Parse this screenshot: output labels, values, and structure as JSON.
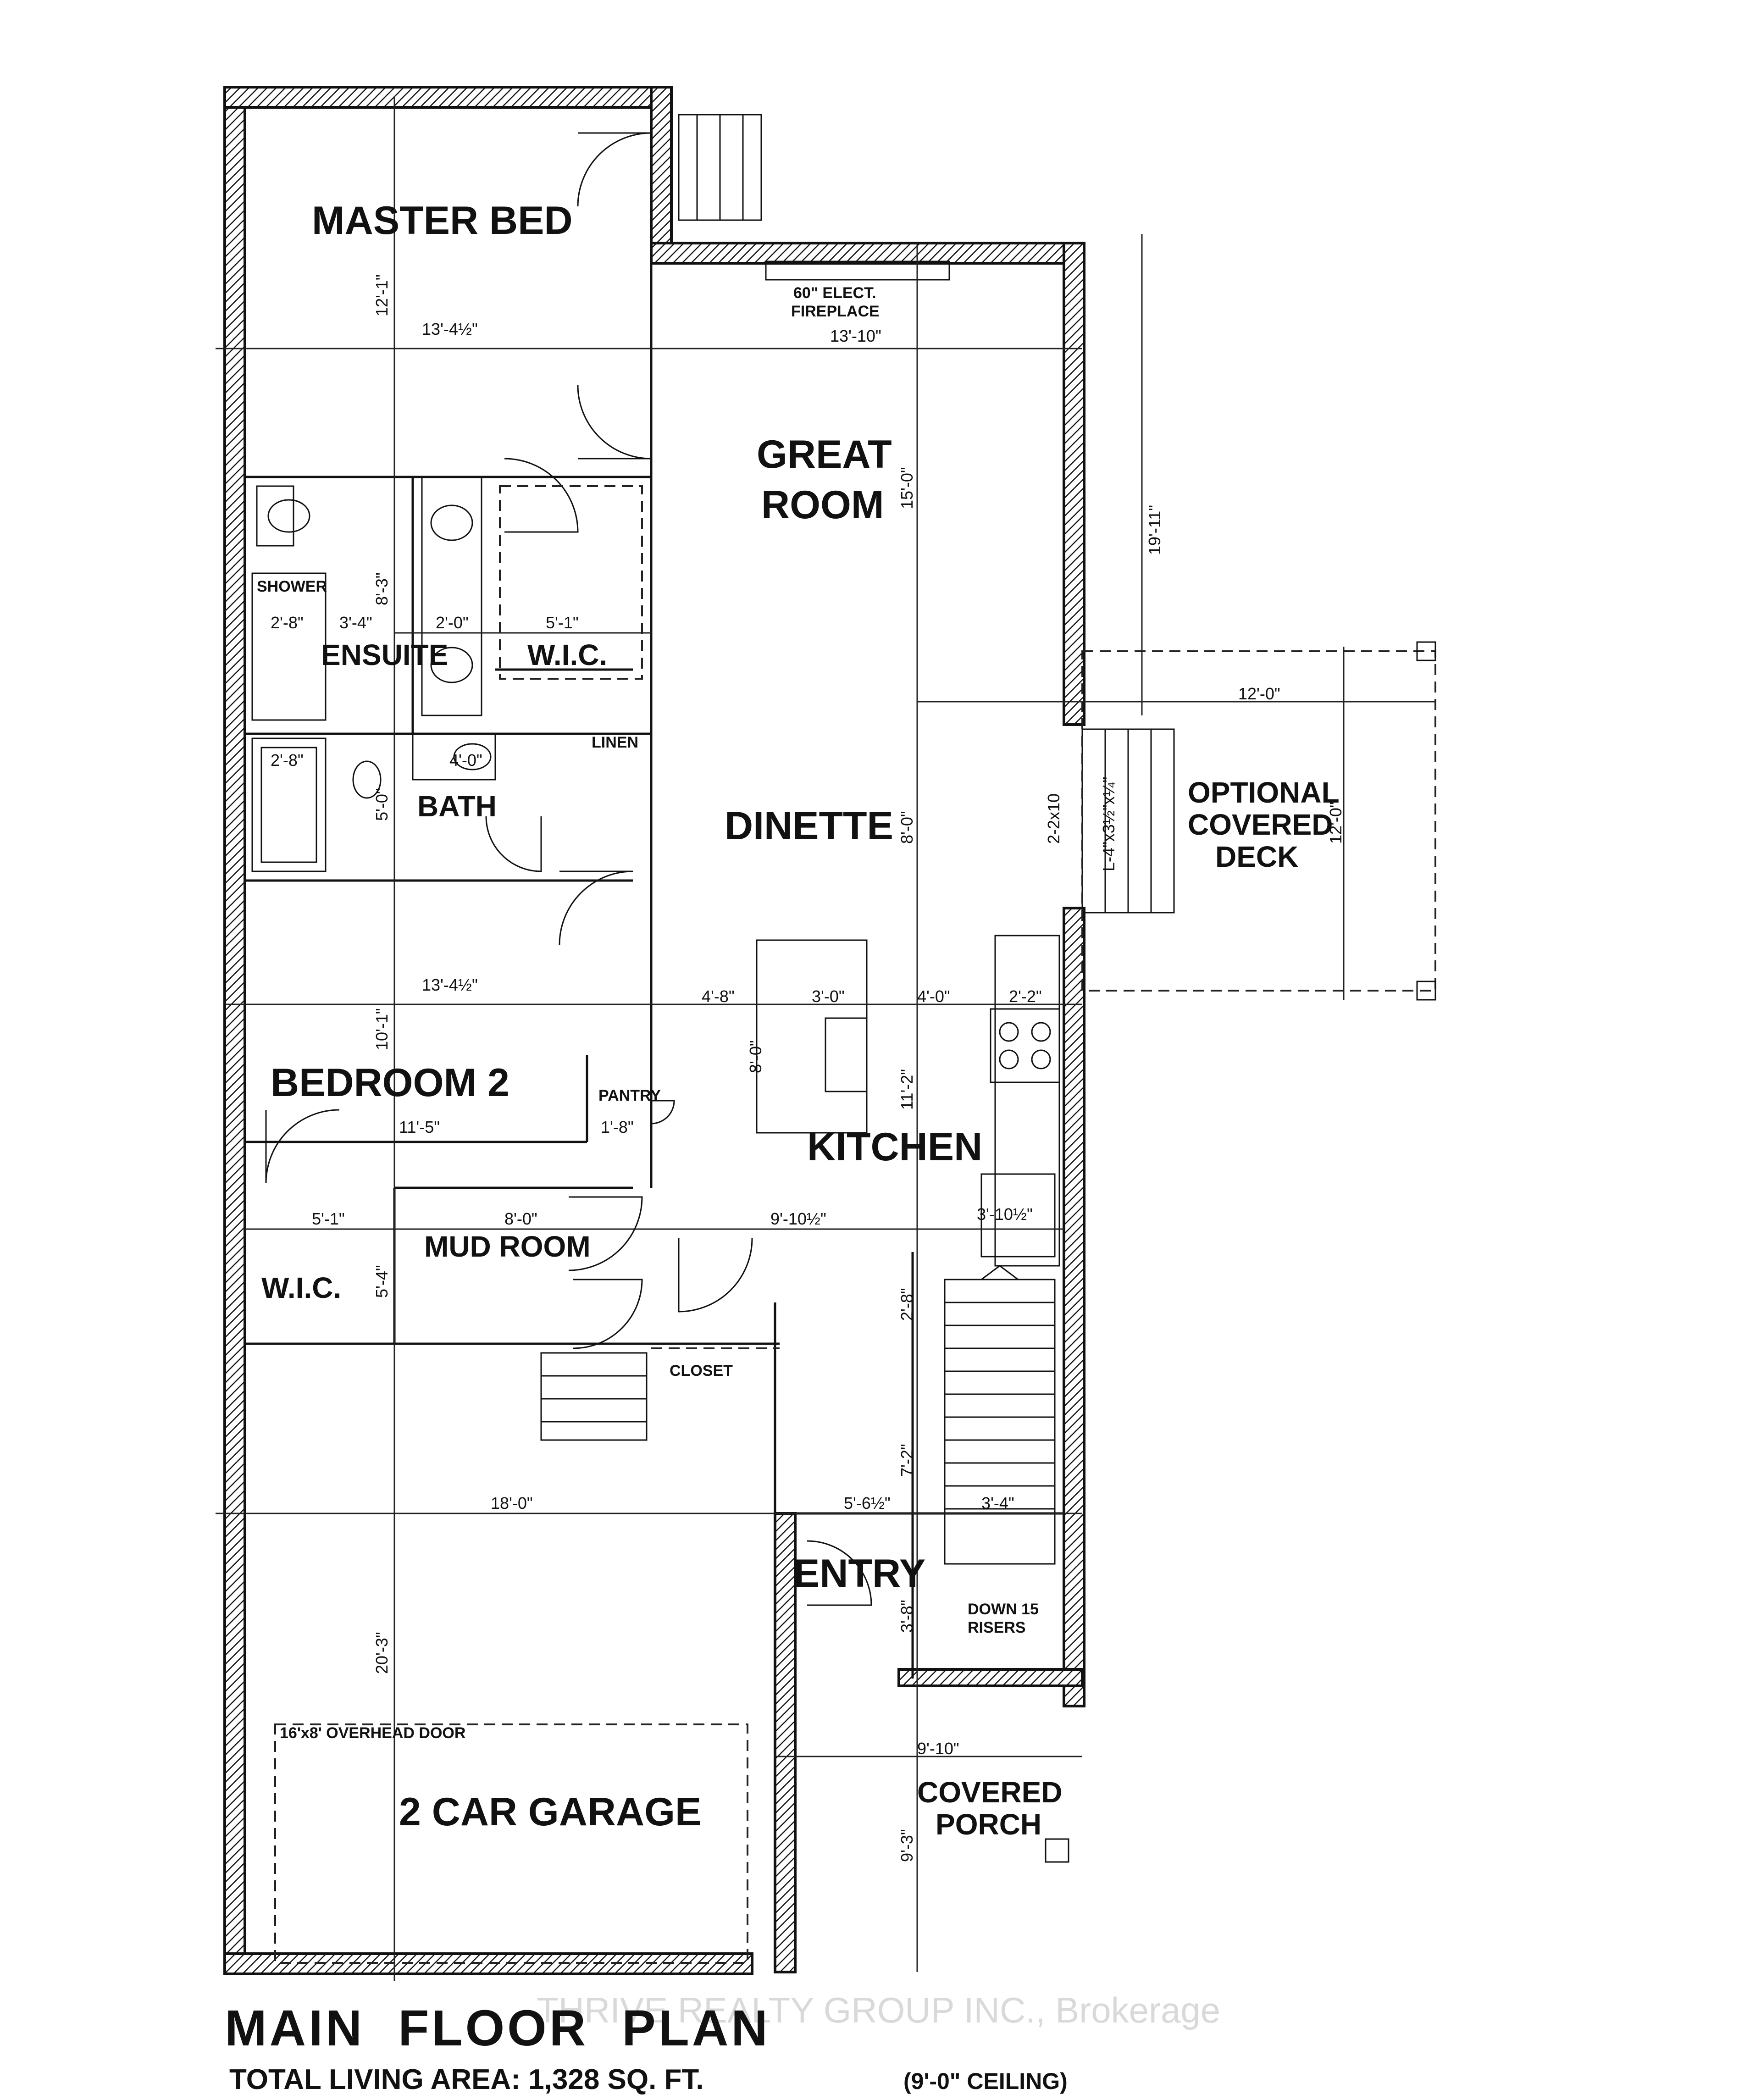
{
  "rooms": {
    "master_bed": "MASTER BED",
    "great_room_1": "GREAT",
    "great_room_2": "ROOM",
    "ensuite": "ENSUITE",
    "wic": "W.I.C.",
    "shower": "SHOWER",
    "linen": "LINEN",
    "bath": "BATH",
    "dinette": "DINETTE",
    "deck_1": "OPTIONAL",
    "deck_2": "COVERED",
    "deck_3": "DECK",
    "bedroom2": "BEDROOM 2",
    "pantry": "PANTRY",
    "kitchen": "KITCHEN",
    "mud_room": "MUD ROOM",
    "wic2": "W.I.C.",
    "closet": "CLOSET",
    "entry": "ENTRY",
    "stairs_1": "DOWN 15",
    "stairs_2": "RISERS",
    "garage": "2 CAR GARAGE",
    "overhead_door": "16'x8' OVERHEAD DOOR",
    "porch_1": "COVERED",
    "porch_2": "PORCH",
    "fireplace_1": "60\" ELECT.",
    "fireplace_2": "FIREPLACE"
  },
  "dimensions": {
    "d_master_w": "13'-4½\"",
    "d_master_h": "12'-1\"",
    "d_great_w": "13'-10\"",
    "d_great_h": "15'-0\"",
    "d_overall_h": "19'-11\"",
    "d_ens_1": "3'-4\"",
    "d_ens_2": "2'-0\"",
    "d_ens_3": "5'-1\"",
    "d_ens_h": "8'-3\"",
    "d_shower": "2'-8\"",
    "d_bath_w": "2'-8\"",
    "d_sink": "4'-0\"",
    "d_bath_h": "5'-0\"",
    "d_deck_w": "12'-0\"",
    "d_deck_h": "12'-0\"",
    "d_dinette_h": "8'-0\"",
    "d_door": "2-2x10",
    "d_lintel": "L-4\"x3½\"x¼\"",
    "d_bed2_w": "13'-4½\"",
    "d_bed2_h": "10'-1\"",
    "d_k1": "4'-8\"",
    "d_k2": "3'-0\"",
    "d_k3": "4'-0\"",
    "d_k4": "2'-2\"",
    "d_island": "8'-0\"",
    "d_kitchen_h": "11'-2\"",
    "d_bed2_inner": "11'-5\"",
    "d_pantry": "1'-8\"",
    "d_mud_w": "8'-0\"",
    "d_kitchen_w": "9'-10½\"",
    "d_counter": "3'-10½\"",
    "d_wic2_w": "5'-1\"",
    "d_wic2_h": "5'-4\"",
    "d_stair_1": "2'-8\"",
    "d_garage_w": "18'-0\"",
    "d_entry_w": "5'-6½\"",
    "d_entry_h": "7'-2\"",
    "d_stair_w": "3'-4\"",
    "d_entry_d": "3'-8\"",
    "d_garage_h": "20'-3\"",
    "d_porch_w": "9'-10\"",
    "d_porch_h": "9'-3\""
  },
  "title": "MAIN  FLOOR  PLAN",
  "living_area": "TOTAL LIVING AREA: 1,328 SQ. FT.",
  "ceiling": "(9'-0\" CEILING)",
  "watermark": "THRIVE REALTY GROUP INC., Brokerage"
}
